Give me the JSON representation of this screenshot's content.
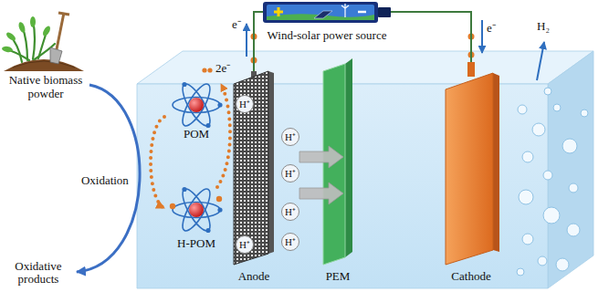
{
  "diagram": {
    "nodes": [
      {
        "text": [
          "Wind-solar power source"
        ]
      },
      {
        "text": [
          "Native biomass powder"
        ]
      },
      {
        "text": [
          "Oxidative products"
        ]
      },
      {
        "text": [
          "POM"
        ]
      },
      {
        "text": [
          "H-POM"
        ]
      },
      {
        "text": [
          "Anode"
        ]
      },
      {
        "text": [
          "PEM"
        ]
      },
      {
        "text": [
          "Cathode"
        ]
      },
      {
        "text": [
          "H⁺"
        ]
      },
      {
        "text": [
          "H⁺"
        ]
      },
      {
        "text": [
          "H⁺"
        ]
      },
      {
        "text": [
          "H⁺"
        ]
      },
      {
        "text": [
          "H⁺"
        ]
      },
      {
        "text": [
          "H⁺"
        ]
      }
    ],
    "edges": [
      {
        "from": 5,
        "to": 0,
        "arrow": "none"
      },
      {
        "from": 0,
        "to": 7,
        "arrow": "none"
      },
      {
        "from": 1,
        "to": 2,
        "label": "Oxidation",
        "arrow": "to"
      },
      {
        "from": 3,
        "to": 4,
        "arrow": "to"
      }
    ],
    "labels": [
      "e⁻",
      "e⁻",
      "2e⁻",
      "H₂"
    ]
  }
}
